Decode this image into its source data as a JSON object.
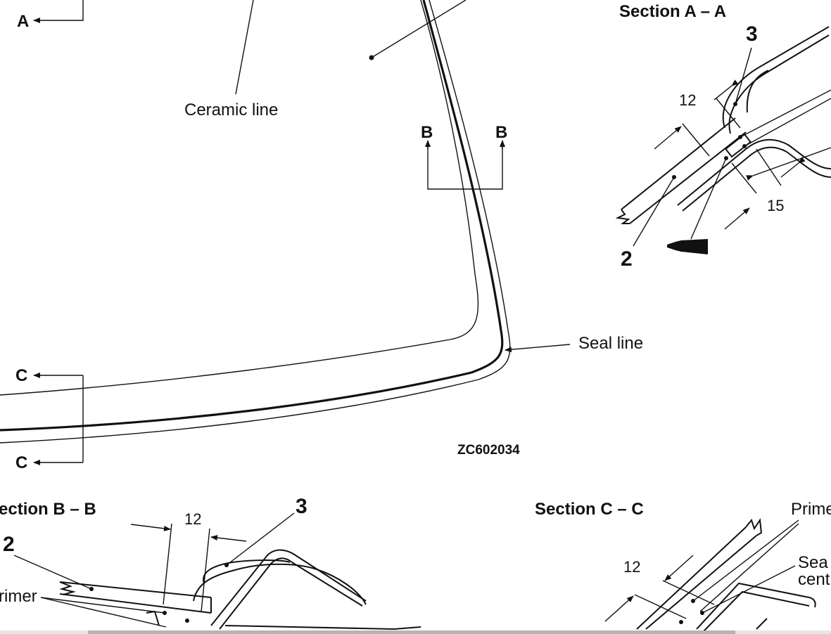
{
  "labels": {
    "section_aa": "Section A – A",
    "section_bb": "ection B – B",
    "section_cc": "Section C – C",
    "ceramic_line": "Ceramic line",
    "seal_line": "Seal line",
    "figure_code": "ZC602034",
    "arrow_a": "A",
    "arrow_b": "B",
    "arrow_c": "C",
    "part_2": "2",
    "part_3": "3",
    "dim_12": "12",
    "dim_15": "15",
    "primer_left": "rimer",
    "primer_right": "Prime",
    "sealant_1": "Sea",
    "sealant_2": "cent"
  }
}
